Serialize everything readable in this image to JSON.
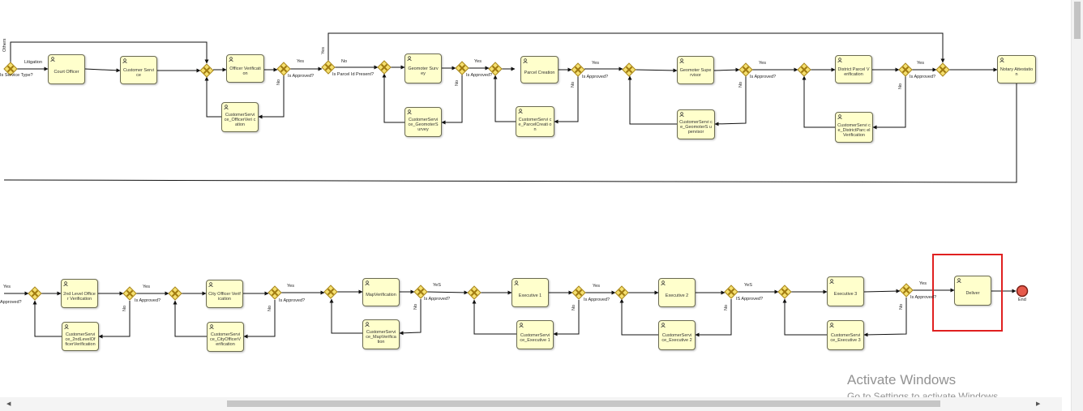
{
  "labels": {
    "is_service_type": "Is Service Type?",
    "litigation": "Litigation",
    "others": "Others",
    "yes": "Yes",
    "no": "No",
    "yes_alt": "YeS",
    "yes_v": "Yes",
    "yes_p": "Yes",
    "is_approved": "Is Approved?",
    "is_approved_alt": "IS Approved?",
    "is_parcel_id_present": "Is Parcel Id Present?",
    "approved_partial": "Approved?",
    "yes_partial": "Yes",
    "end": "End"
  },
  "tasks": {
    "court_officer": "Court Officer",
    "customer_service": "Customer Service",
    "officer_verification": "Officer Verification",
    "cs_officer_verification": "CustomerServi ce_OfficerVeri cation",
    "geomoter_survey": "Geomoter Survey",
    "cs_geomoter_survey": "CustomerServi ce_GeomoterS urvey",
    "parcel_creation": "Parcel Creation",
    "cs_parcel_creation": "CustomerServi ce_ParcelCreati on",
    "geomoter_supervisor": "Geomoter Supervisor",
    "cs_geomoter_supervisor": "CustomerServi ce_GeomoterS upervisor",
    "district_parcel_verification": "District Parcel Verification",
    "cs_district_parcel_verification": "CustomerServi ce_DistrictParc elVerification",
    "notary_attestation": "Notary Attestation",
    "second_level_officer_verification": "2nd Level Officer Verification",
    "cs_2nd_level_officer_verification": "CustomerServi ce_2ndLevelOf ficerVerification",
    "city_officer_verification": "City Officer Verification",
    "cs_city_officer_verification": "CustomerServi ce_CityOfficerV erification",
    "map_verification": "MapVerification",
    "cs_map_verification": "CustomerServi ce_MapVerifica tion",
    "executive_1": "Executive 1",
    "cs_executive_1": "CustomerServi ce_Executive 1",
    "executive_2": "Executive 2",
    "cs_executive_2": "CustomerServi ce_Executive 2",
    "executive_3": "Executive 3",
    "cs_executive_3": "CustomerServi ce_Executive 3",
    "deliver": "Deliver"
  },
  "watermark": {
    "line1": "Activate Windows",
    "line2": "Go to Settings to activate Windows."
  },
  "colors": {
    "task_fill": "#ffffcc",
    "gateway_fill": "#f5df6e",
    "gateway_x": "#b08a16",
    "end_event": "#e65a4b",
    "highlight": "#e02020"
  }
}
